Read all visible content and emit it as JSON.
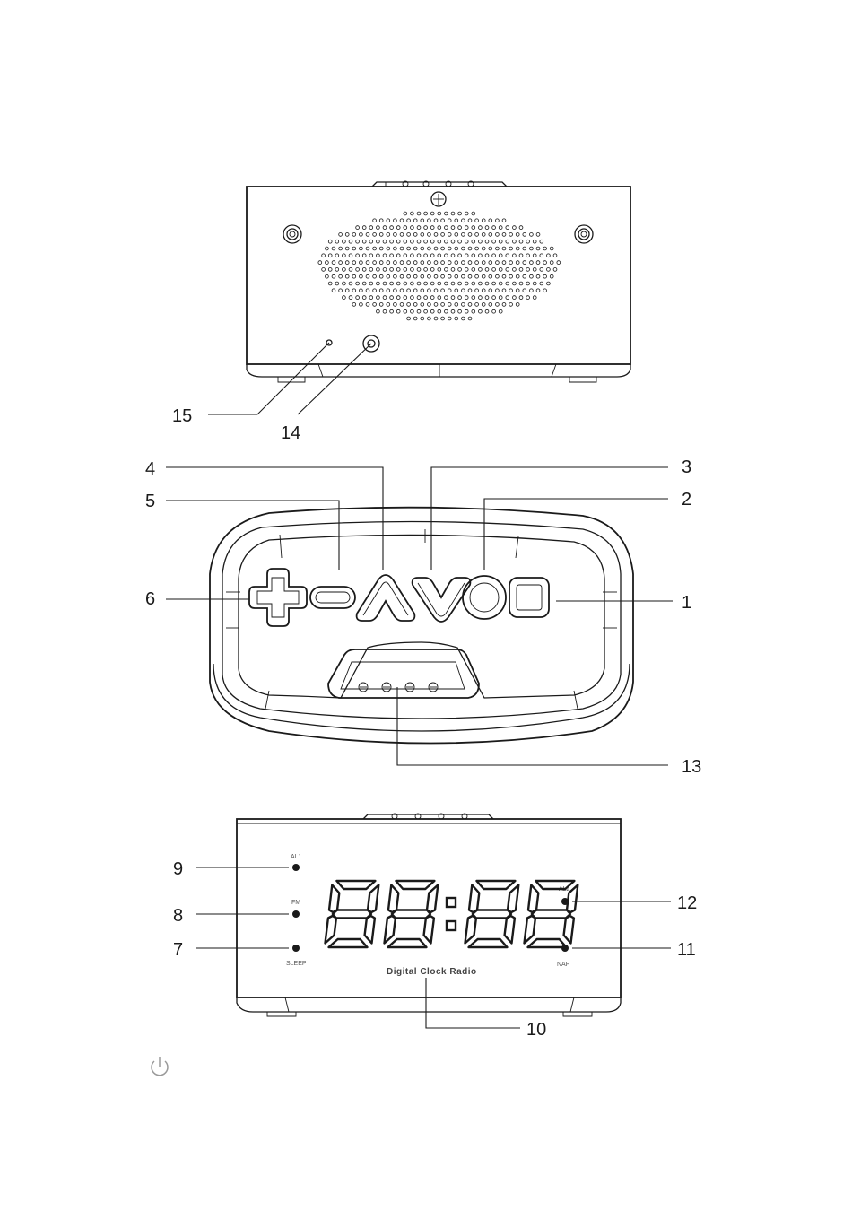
{
  "callouts": {
    "n1": "1",
    "n2": "2",
    "n3": "3",
    "n4": "4",
    "n5": "5",
    "n6": "6",
    "n7": "7",
    "n8": "8",
    "n9": "9",
    "n10": "10",
    "n11": "11",
    "n12": "12",
    "n13": "13",
    "n14": "14",
    "n15": "15"
  },
  "front_panel": {
    "al1": "AL1",
    "fm": "FM",
    "sleep": "SLEEP",
    "al2": "AL2",
    "nap": "NAP",
    "brand": "Digital Clock Radio"
  },
  "display_time": "88:88",
  "icons": [
    "power-icon"
  ],
  "colors": {
    "line": "#1a1a1a",
    "background": "#ffffff",
    "muted_icon": "#9a9a9a"
  }
}
